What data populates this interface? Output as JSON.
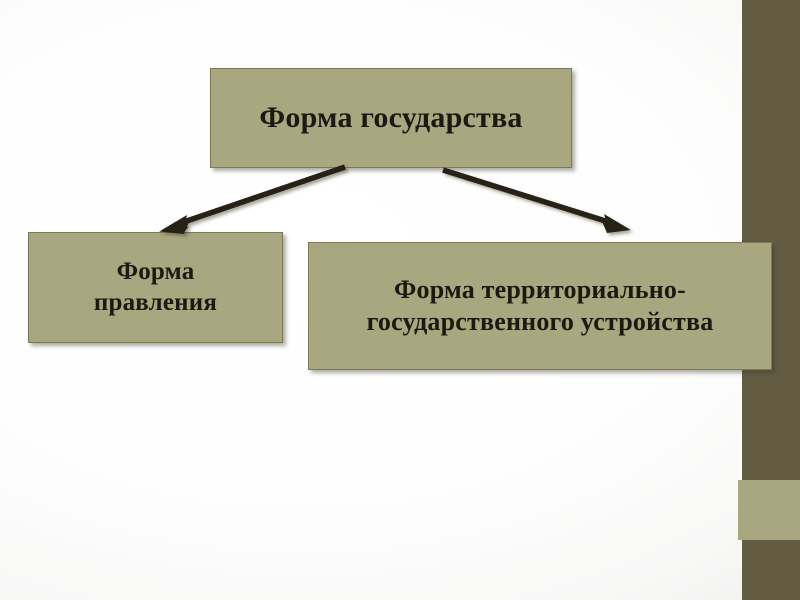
{
  "slide": {
    "title": "Форма государства",
    "background_color": "#ffffff",
    "accent_dark_color": "#635c43",
    "accent_light_color": "#a8a77f",
    "box_fill_color": "#a8a77f",
    "box_border_color": "#7d7857",
    "text_color": "#1c1a10",
    "arrow_color": "#262318"
  },
  "diagram": {
    "type": "hierarchy",
    "root": {
      "id": "root",
      "label": "Форма государства"
    },
    "children": [
      {
        "id": "government-form",
        "label": "Форма\nправления"
      },
      {
        "id": "territorial-form",
        "label": "Форма территориально-\nгосударственного устройства"
      }
    ],
    "connectors": [
      {
        "id": "arrow-root-to-government-form",
        "from": "root",
        "to": "government-form",
        "direction": "down-left"
      },
      {
        "id": "arrow-root-to-territorial-form",
        "from": "root",
        "to": "territorial-form",
        "direction": "down-right"
      }
    ]
  }
}
